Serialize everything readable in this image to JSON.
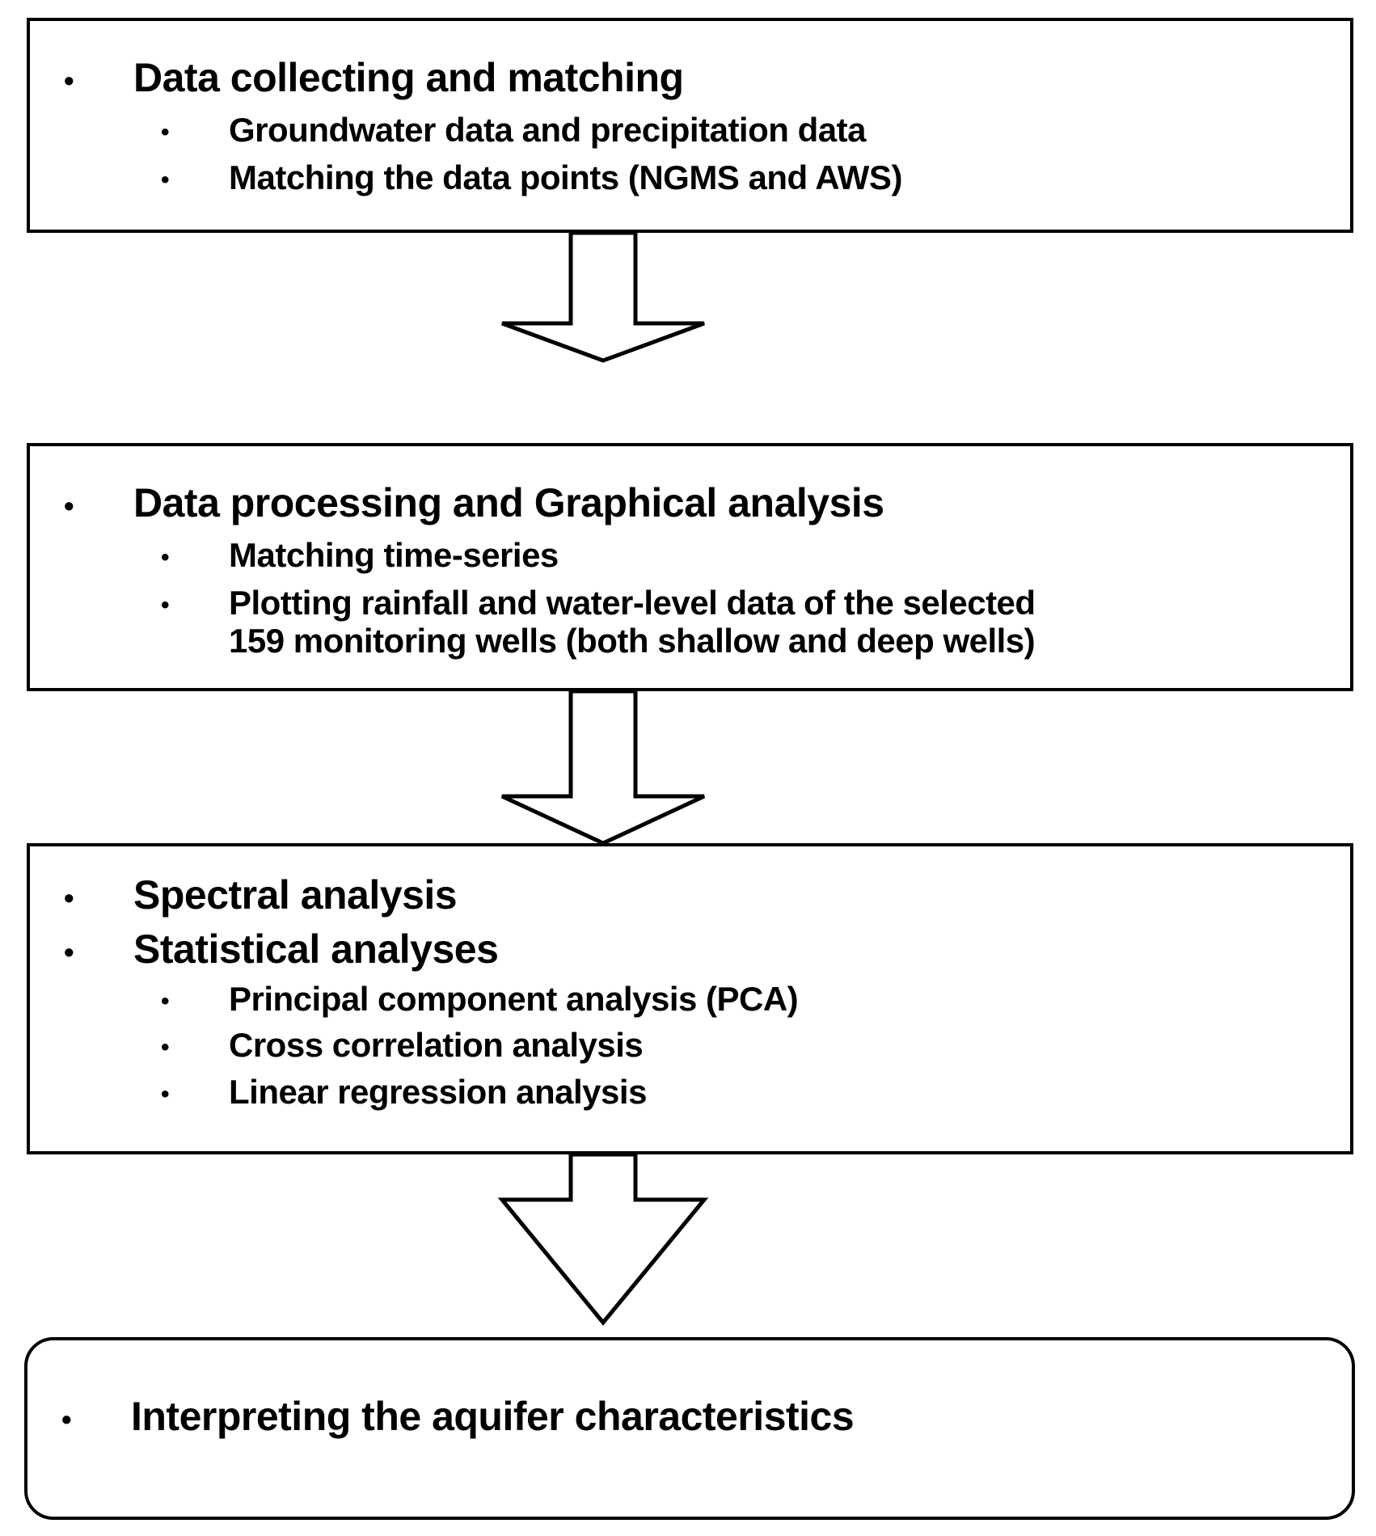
{
  "diagram": {
    "title": "Groundwater study workflow flowchart",
    "accent_color": "#000000",
    "background_color": "#ffffff",
    "bullet_glyph": "•",
    "arrow_glyph": "down-arrow",
    "nodes": [
      {
        "id": "box-1",
        "shape": "rectangle",
        "items": [
          {
            "level": 1,
            "text": "Data collecting and matching"
          },
          {
            "level": 2,
            "text": "Groundwater data and precipitation data"
          },
          {
            "level": 2,
            "text": "Matching the data points (NGMS and AWS)"
          }
        ]
      },
      {
        "id": "box-2",
        "shape": "rectangle",
        "items": [
          {
            "level": 1,
            "text": "Data processing and Graphical analysis"
          },
          {
            "level": 2,
            "text": "Matching time-series"
          },
          {
            "level": 2,
            "text": "Plotting rainfall and water-level data of the selected\n159 monitoring wells (both shallow and deep wells)"
          }
        ]
      },
      {
        "id": "box-3",
        "shape": "rectangle",
        "items": [
          {
            "level": 1,
            "text": "Spectral analysis"
          },
          {
            "level": 1,
            "text": "Statistical analyses"
          },
          {
            "level": 2,
            "text": "Principal component analysis (PCA)"
          },
          {
            "level": 2,
            "text": "Cross correlation analysis"
          },
          {
            "level": 2,
            "text": "Linear regression analysis"
          }
        ]
      },
      {
        "id": "box-4",
        "shape": "rounded-rectangle",
        "items": [
          {
            "level": 1,
            "text": "Interpreting the aquifer characteristics"
          }
        ]
      }
    ],
    "connectors": [
      {
        "id": "arrow-1",
        "from": "box-1",
        "to": "box-2",
        "direction": "down"
      },
      {
        "id": "arrow-2",
        "from": "box-2",
        "to": "box-3",
        "direction": "down"
      },
      {
        "id": "arrow-3",
        "from": "box-3",
        "to": "box-4",
        "direction": "down"
      }
    ]
  }
}
